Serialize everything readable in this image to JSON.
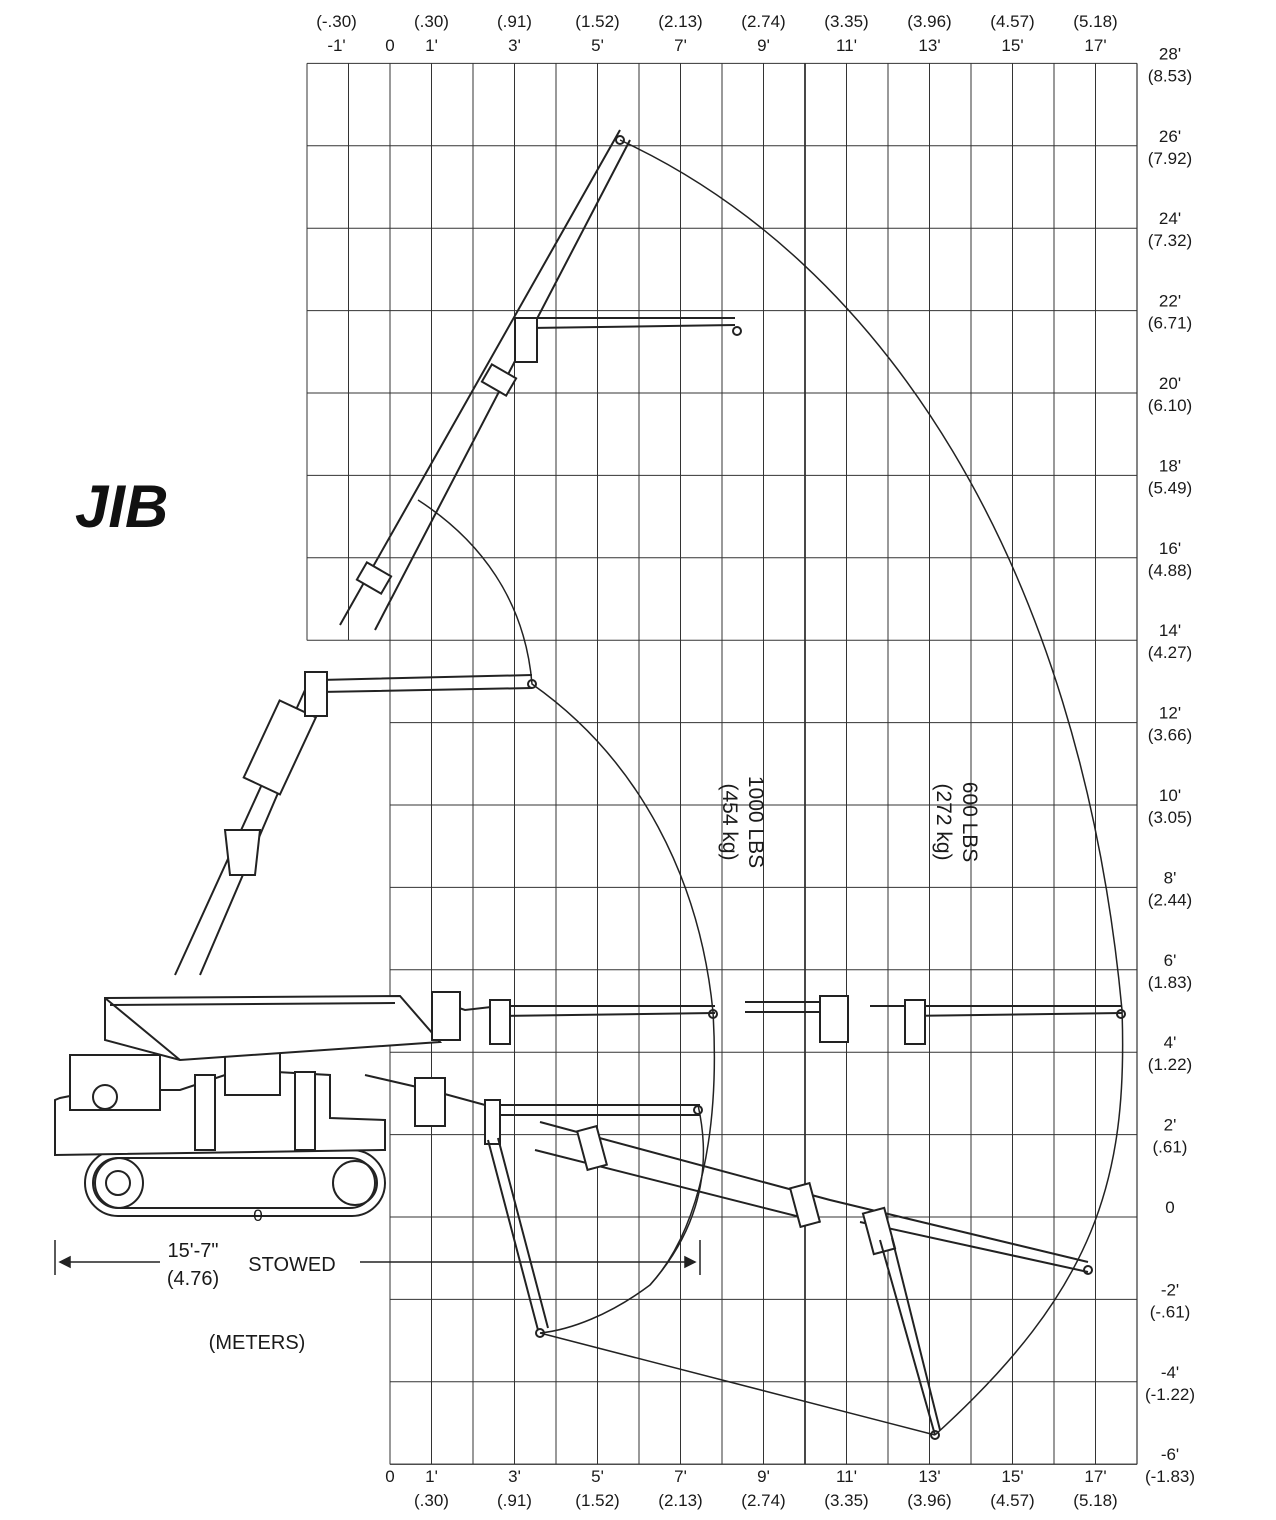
{
  "title": "JIB",
  "axis_top": {
    "feet": [
      "-1'",
      "0",
      "1'",
      "3'",
      "5'",
      "7'",
      "9'",
      "11'",
      "13'",
      "15'",
      "17'"
    ],
    "meters": [
      "(-.30)",
      "(.30)",
      "(.91)",
      "(1.52)",
      "(2.13)",
      "(2.74)",
      "(3.35)",
      "(3.96)",
      "(4.57)",
      "(5.18)"
    ]
  },
  "axis_bottom": {
    "feet": [
      "0",
      "1'",
      "3'",
      "5'",
      "7'",
      "9'",
      "11'",
      "13'",
      "15'",
      "17'"
    ],
    "meters": [
      "(.30)",
      "(.91)",
      "(1.52)",
      "(2.13)",
      "(2.74)",
      "(3.35)",
      "(3.96)",
      "(4.57)",
      "(5.18)"
    ]
  },
  "axis_right": [
    {
      "ft": "28'",
      "m": "(8.53)"
    },
    {
      "ft": "26'",
      "m": "(7.92)"
    },
    {
      "ft": "24'",
      "m": "(7.32)"
    },
    {
      "ft": "22'",
      "m": "(6.71)"
    },
    {
      "ft": "20'",
      "m": "(6.10)"
    },
    {
      "ft": "18'",
      "m": "(5.49)"
    },
    {
      "ft": "16'",
      "m": "(4.88)"
    },
    {
      "ft": "14'",
      "m": "(4.27)"
    },
    {
      "ft": "12'",
      "m": "(3.66)"
    },
    {
      "ft": "10'",
      "m": "(3.05)"
    },
    {
      "ft": "8'",
      "m": "(2.44)"
    },
    {
      "ft": "6'",
      "m": "(1.83)"
    },
    {
      "ft": "4'",
      "m": "(1.22)"
    },
    {
      "ft": "2'",
      "m": "(.61)"
    },
    {
      "ft": "0",
      "m": ""
    },
    {
      "ft": "-2'",
      "m": "(-.61)"
    },
    {
      "ft": "-4'",
      "m": "(-1.22)"
    },
    {
      "ft": "-6'",
      "m": "(-1.83)"
    }
  ],
  "zones": {
    "inner": {
      "lbs": "1000 LBS",
      "kg": "(454 kg)"
    },
    "outer": {
      "lbs": "600 LBS",
      "kg": "(272 kg)"
    }
  },
  "stowed": {
    "length_ft": "15'-7\"",
    "length_m": "(4.76)",
    "label": "STOWED",
    "zero": "0"
  },
  "units_note": "(METERS)"
}
